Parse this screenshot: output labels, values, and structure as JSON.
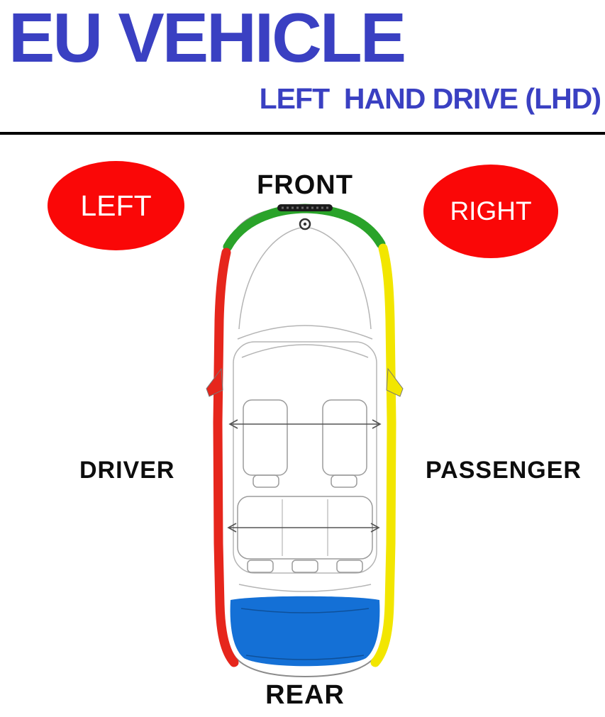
{
  "header": {
    "title": "EU VEHICLE",
    "subtitle": "LEFT  HAND DRIVE (LHD)"
  },
  "badges": {
    "left": "LEFT",
    "right": "RIGHT"
  },
  "labels": {
    "front": "FRONT",
    "driver": "DRIVER",
    "passenger": "PASSENGER",
    "rear": "REAR"
  },
  "colors": {
    "title_blue": "#3a40c2",
    "badge_red": "#fa0707",
    "front_green": "#2aa32a",
    "left_red": "#e6261c",
    "right_yellow": "#f2e600",
    "rear_blue": "#1470d6"
  },
  "diagram": {
    "name": "vehicle-top-view",
    "drive": "LHD",
    "sides": {
      "front": "green",
      "left": "red",
      "right": "yellow",
      "rear": "blue"
    }
  }
}
